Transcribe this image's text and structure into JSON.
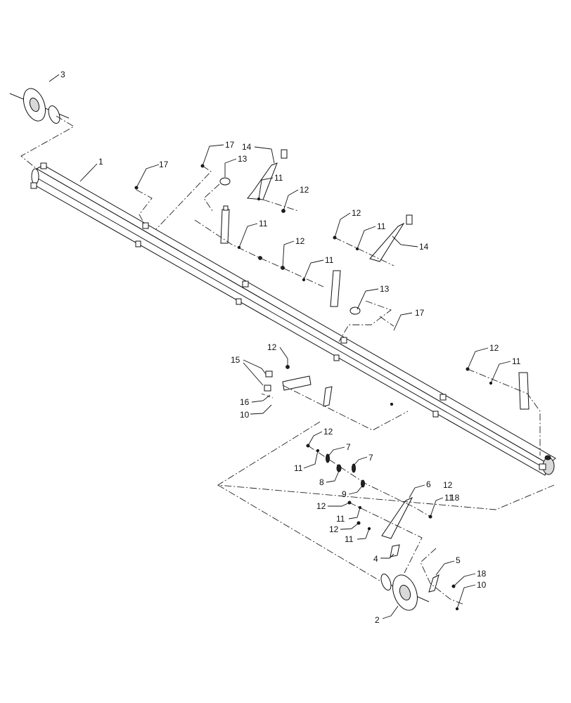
{
  "callouts": {
    "c1": "1",
    "c2": "2",
    "c3": "3",
    "c4": "4",
    "c5": "5",
    "c6": "6",
    "c7a": "7",
    "c7b": "7",
    "c8": "8",
    "c9": "9",
    "c10a": "10",
    "c10b": "10",
    "c11a": "11",
    "c11b": "11",
    "c11c": "11",
    "c11d": "11",
    "c11e": "11",
    "c11f": "11",
    "c11g": "11",
    "c11h": "11",
    "c11i": "11",
    "c12a": "12",
    "c12b": "12",
    "c12c": "12",
    "c12d": "12",
    "c12e": "12",
    "c12f": "12",
    "c12g": "12",
    "c12h": "12",
    "c12i": "12",
    "c13a": "13",
    "c13b": "13",
    "c14a": "14",
    "c14b": "14",
    "c15": "15",
    "c16": "16",
    "c17a": "17",
    "c17b": "17",
    "c17c": "17",
    "c18a": "18",
    "c18b": "18"
  }
}
